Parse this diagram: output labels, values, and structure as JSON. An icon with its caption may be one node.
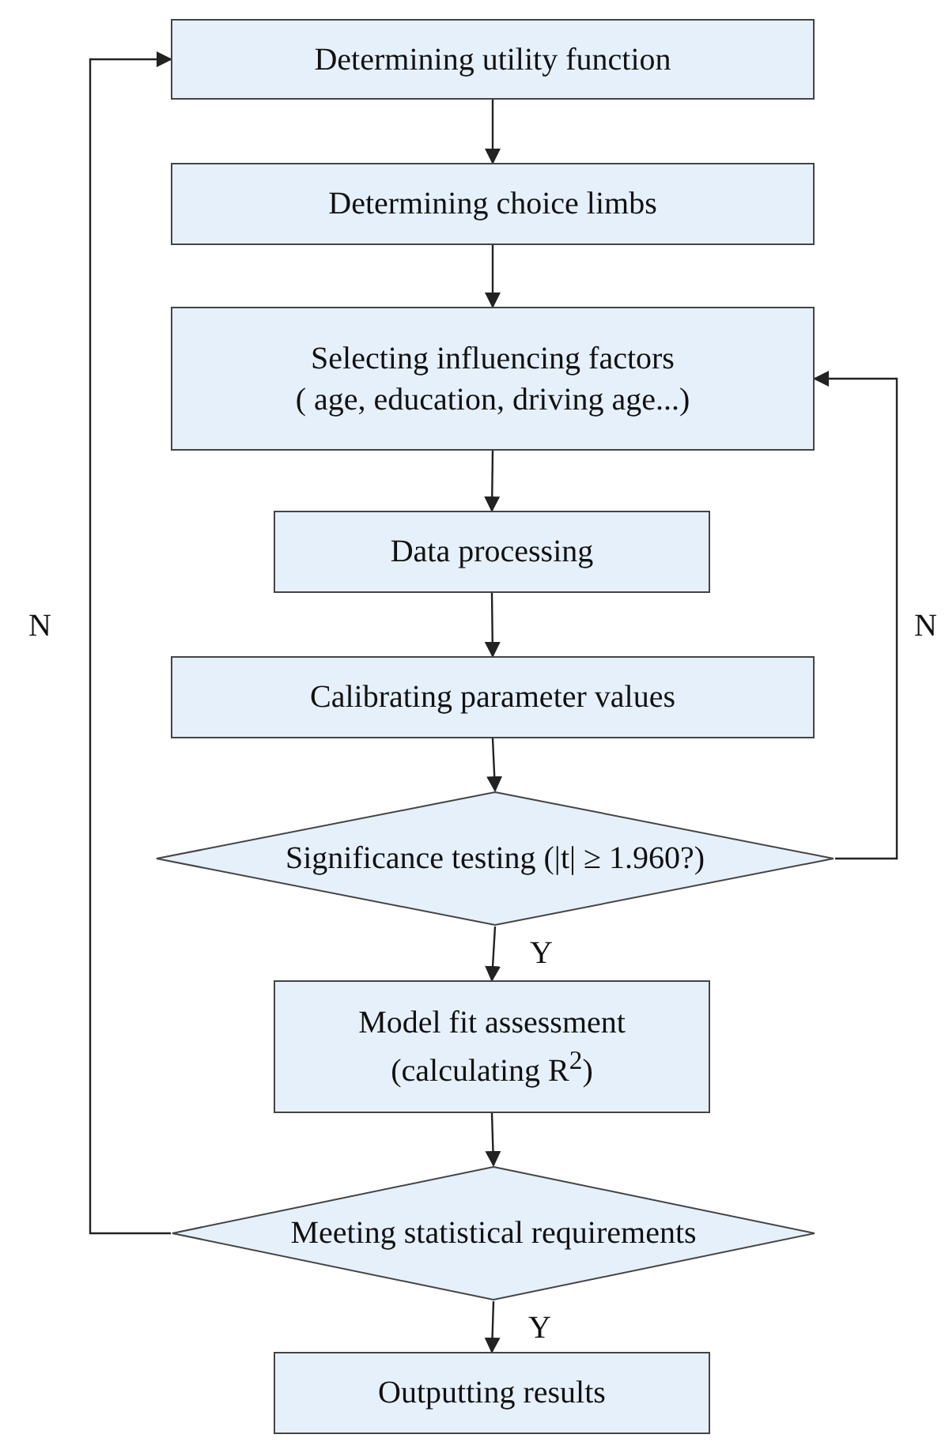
{
  "diagram": {
    "nodes": [
      {
        "text": [
          "Determining utility function"
        ]
      },
      {
        "text": [
          "Determining choice limbs"
        ]
      },
      {
        "text": [
          "Selecting influencing factors",
          "( age, education, driving age...)"
        ]
      },
      {
        "text": [
          "Data processing"
        ]
      },
      {
        "text": [
          "Calibrating parameter values"
        ]
      },
      {
        "text": [
          "Significance testing (|t| ≥ 1.960?)"
        ]
      },
      {
        "text": [
          "Model fit assessment",
          "(calculating R$^{2}$)"
        ]
      },
      {
        "text": [
          "Meeting statistical requirements"
        ]
      },
      {
        "text": [
          "Outputting results"
        ]
      }
    ],
    "edges": [
      {
        "from": 0,
        "to": 1,
        "arrow": "to"
      },
      {
        "from": 1,
        "to": 2,
        "arrow": "to"
      },
      {
        "from": 2,
        "to": 3,
        "arrow": "to"
      },
      {
        "from": 3,
        "to": 4,
        "arrow": "to"
      },
      {
        "from": 4,
        "to": 5,
        "arrow": "to"
      },
      {
        "from": 5,
        "to": 6,
        "arrow": "to",
        "label": "Y"
      },
      {
        "from": 5,
        "to": 2,
        "arrow": "to",
        "label": "N"
      },
      {
        "from": 6,
        "to": 7,
        "arrow": "to"
      },
      {
        "from": 7,
        "to": 8,
        "arrow": "to",
        "label": "Y"
      },
      {
        "from": 7,
        "to": 0,
        "arrow": "to",
        "label": "N"
      }
    ]
  }
}
